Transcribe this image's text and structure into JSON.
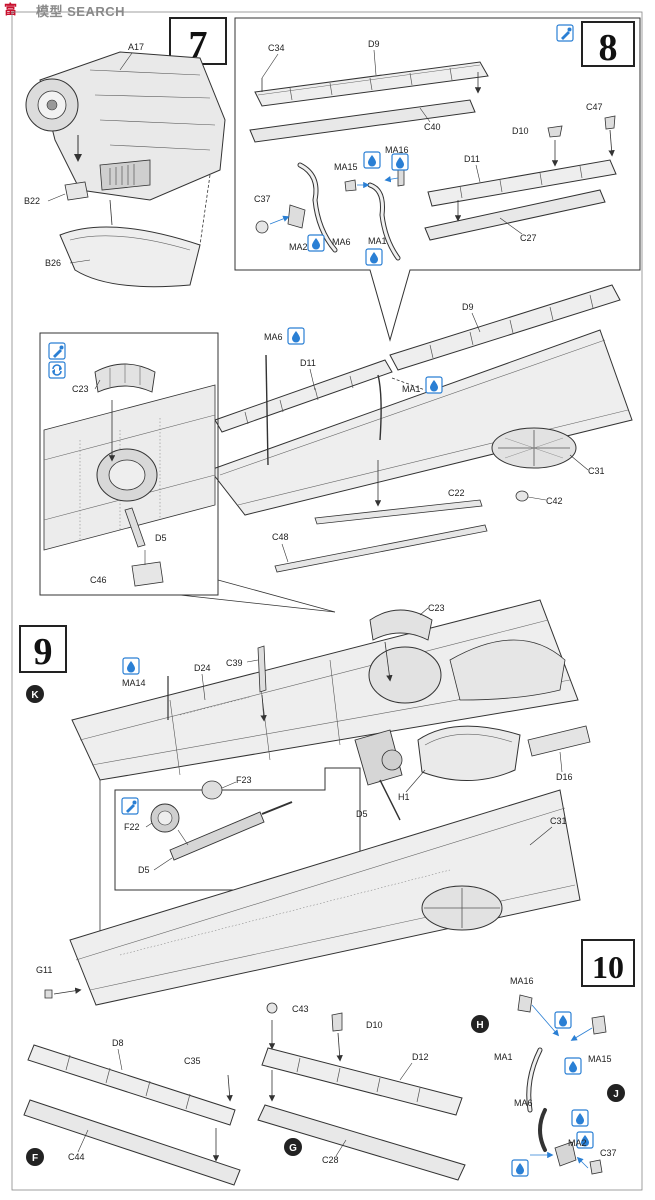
{
  "watermark": {
    "logo_text": "富",
    "site": "模型 SEARCH"
  },
  "steps": [
    {
      "number": "7"
    },
    {
      "number": "8"
    },
    {
      "number": "9"
    },
    {
      "number": "10"
    }
  ],
  "markers": [
    "K",
    "H",
    "J",
    "F",
    "G"
  ],
  "parts": {
    "A17": "A17",
    "B22": "B22",
    "B26": "B26",
    "C34": "C34",
    "D9": "D9",
    "C40": "C40",
    "C47": "C47",
    "D10": "D10",
    "MA15": "MA15",
    "MA16": "MA16",
    "D11": "D11",
    "C37": "C37",
    "MA2": "MA2",
    "MA6": "MA6",
    "MA1": "MA1",
    "C27": "C27",
    "C23": "C23",
    "D5": "D5",
    "C46": "C46",
    "C31": "C31",
    "C22": "C22",
    "C42": "C42",
    "C48": "C48",
    "C39": "C39",
    "D24": "D24",
    "MA14": "MA14",
    "F23": "F23",
    "F22": "F22",
    "H1": "H1",
    "D16": "D16",
    "G11": "G11",
    "C43": "C43",
    "D12": "D12",
    "C28": "C28",
    "D8": "D8",
    "C35": "C35",
    "C44": "C44"
  },
  "icons": [
    "paint-drop-icon",
    "glue-icon",
    "flip-icon"
  ],
  "colors": {
    "line": "#333333",
    "part_fill": "#eeeeee",
    "shade": "#d4d4d4",
    "cement": "#2a7fd4",
    "marker_fill": "#222222"
  }
}
